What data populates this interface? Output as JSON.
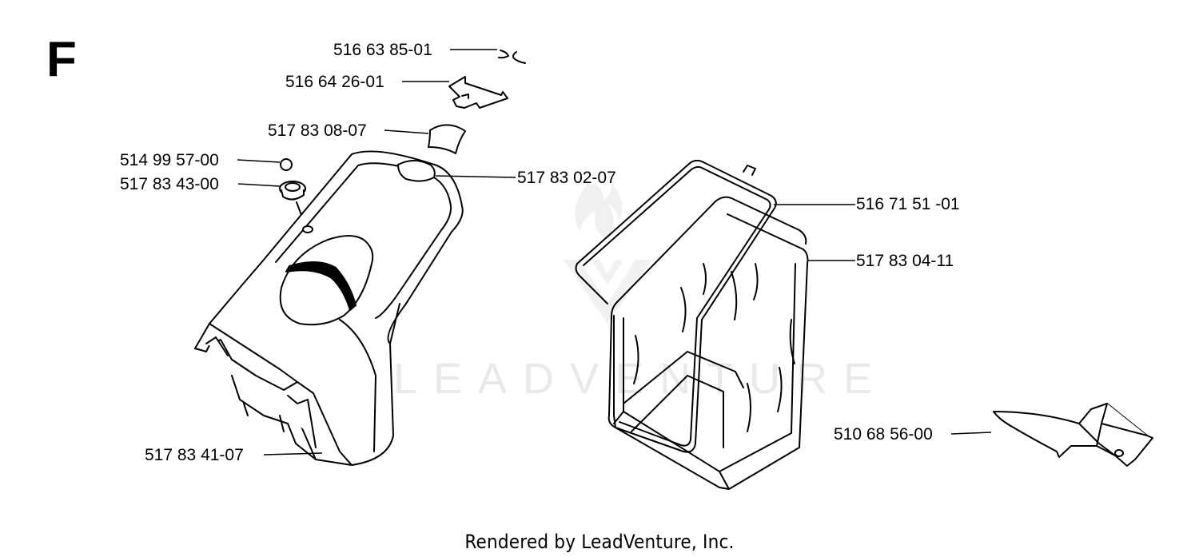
{
  "section_letter": "F",
  "watermark": "LEADVENTURE",
  "footer_text": "Rendered by LeadVenture, Inc.",
  "part_numbers": {
    "clip": "516 63 85-01",
    "bracket": "516 64 26-01",
    "flap": "517 83 08-07",
    "ball": "514 99 57-00",
    "plug": "517 83 43-00",
    "cover_top": "517 83 02-07",
    "frame": "516 71 51 -01",
    "bag": "517 83 04-11",
    "chute": "517 83 41-07",
    "deflector": "510 68 56-00"
  }
}
